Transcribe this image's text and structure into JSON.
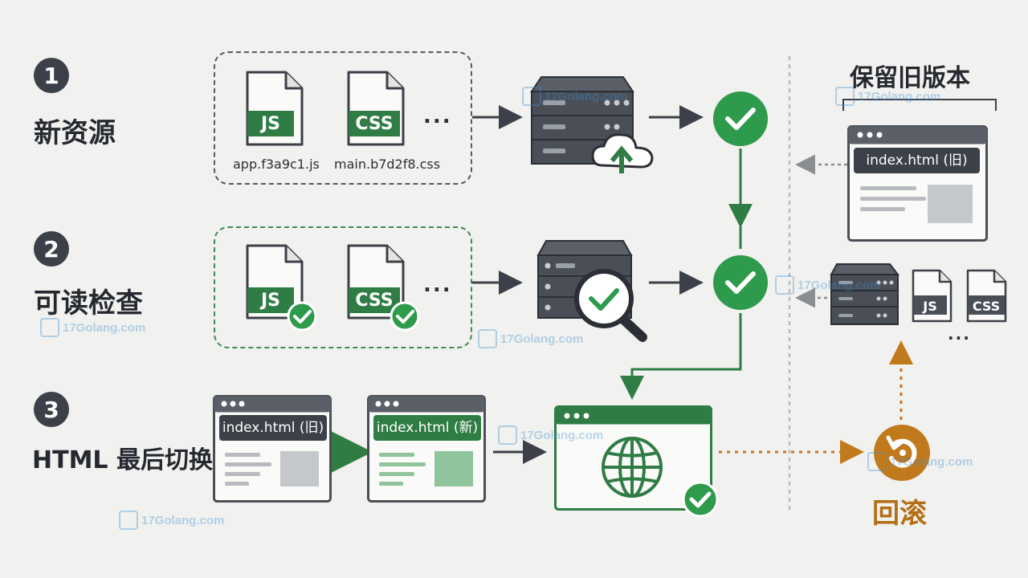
{
  "steps": [
    {
      "number": "1",
      "title": "新资源"
    },
    {
      "number": "2",
      "title": "可读检查"
    },
    {
      "number": "3",
      "title": "HTML 最后切换"
    }
  ],
  "files": {
    "js_label": "JS",
    "css_label": "CSS",
    "js_filename": "app.f3a9c1.js",
    "css_filename": "main.b7d2f8.css",
    "more": "..."
  },
  "windows": {
    "old_index": "index.html (旧)",
    "new_index": "index.html (新)"
  },
  "right_panel": {
    "title": "保留旧版本",
    "old_index": "index.html (旧)",
    "js_label": "JS",
    "css_label": "CSS",
    "more": "..."
  },
  "rollback": {
    "label": "回滚"
  },
  "watermark": {
    "text": "17Golang.com"
  },
  "colors": {
    "green": "#2f7d44",
    "check_green": "#2e9a4b",
    "dark": "#3c4048",
    "orange": "#c07a1c"
  }
}
